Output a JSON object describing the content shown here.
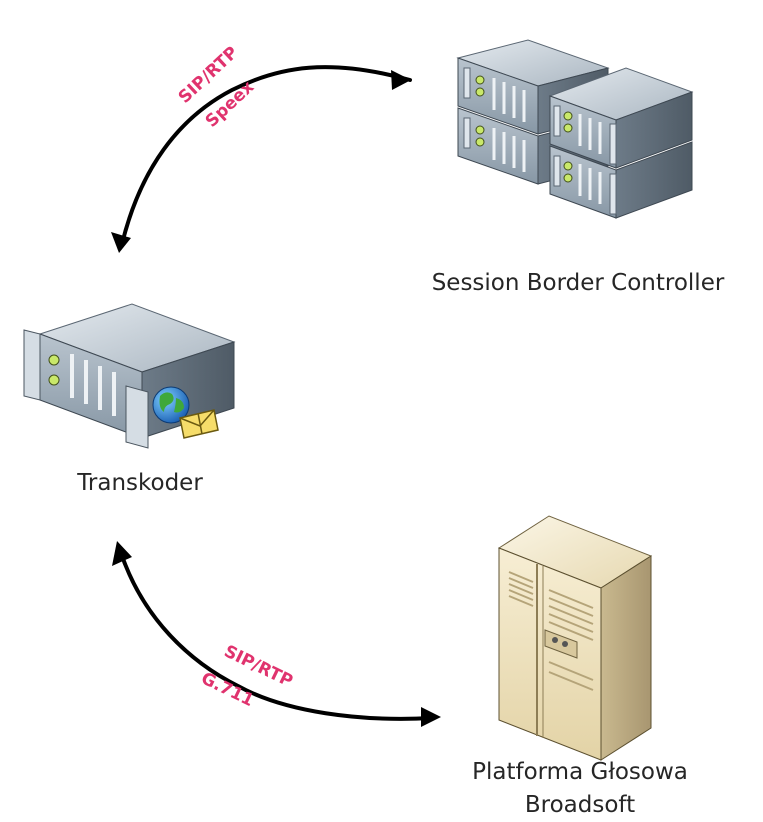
{
  "nodes": {
    "sbc": {
      "label": "Session Border Controller"
    },
    "transcoder": {
      "label": "Transkoder"
    },
    "platform": {
      "label_line1": "Platforma Głosowa",
      "label_line2": "Broadsoft"
    }
  },
  "edges": {
    "top": {
      "line1": "SIP/RTP",
      "line2": "Speex"
    },
    "bottom": {
      "line1": "SIP/RTP",
      "line2": "G.711"
    }
  },
  "colors": {
    "edge_label": "#e0336e",
    "arrow": "#000000",
    "text": "#262626",
    "server_metal": "#7d8c9a",
    "server_tower": "#efe4c4"
  }
}
